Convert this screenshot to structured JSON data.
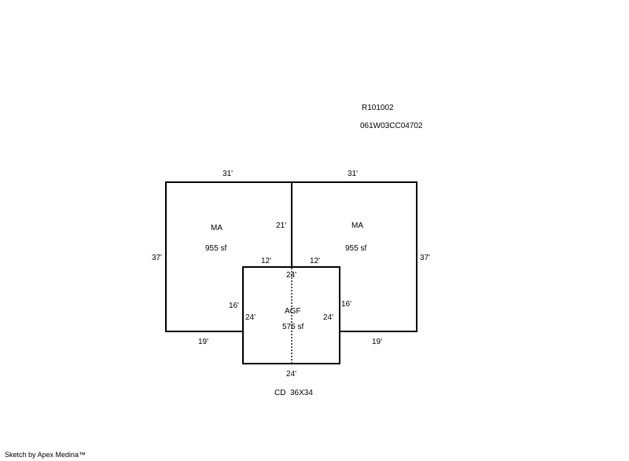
{
  "header": {
    "parcel_id": "R101002",
    "map_number": "061W03CC04702"
  },
  "areas": {
    "left": {
      "code": "MA",
      "size": "955 sf"
    },
    "right": {
      "code": "MA",
      "size": "955 sf"
    },
    "center": {
      "code": "AGF",
      "size": "576 sf"
    }
  },
  "dimensions": {
    "left_top": "31'",
    "right_top": "31'",
    "left_side": "37'",
    "right_side": "37'",
    "center_wall": "21'",
    "left_step": "12'",
    "right_step": "12'",
    "garage_top": "24'",
    "left_inner": "16'",
    "right_inner": "16'",
    "garage_left": "24'",
    "garage_right": "24'",
    "left_bottom": "19'",
    "right_bottom": "19'",
    "garage_bottom": "24'"
  },
  "caption": "CD  36X34",
  "footer": "Sketch by Apex Medina™"
}
